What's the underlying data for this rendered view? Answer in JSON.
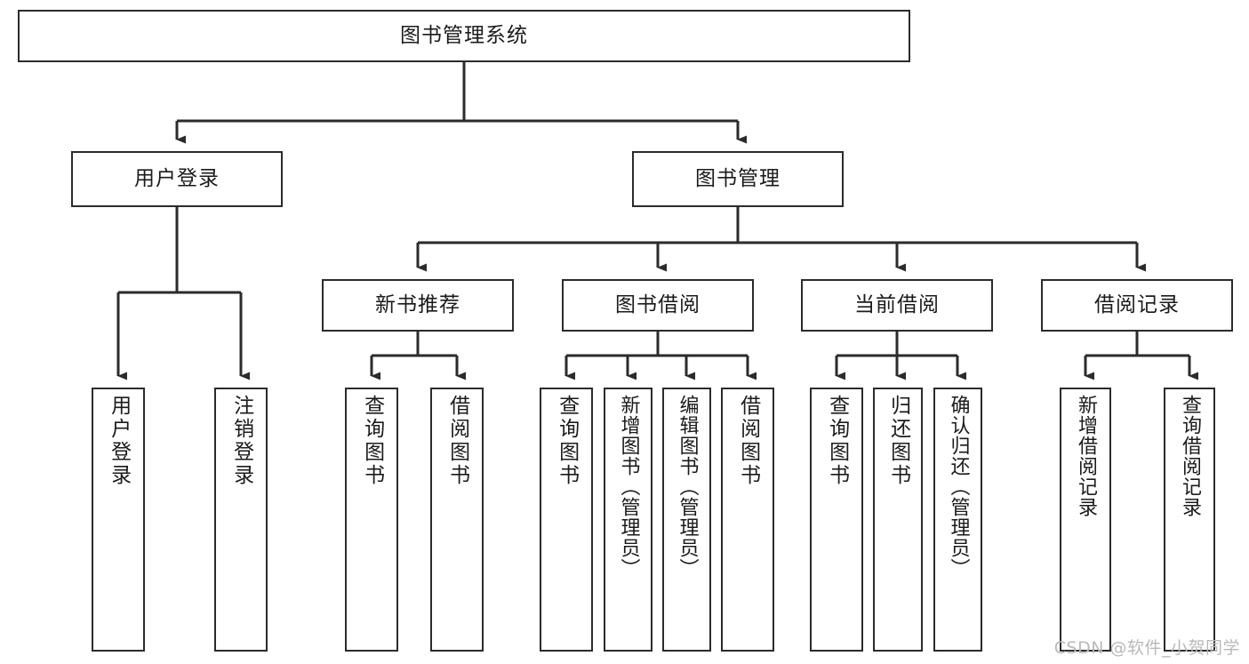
{
  "diagram": {
    "type": "hierarchy-tree",
    "title_node": "图书管理系统",
    "watermark": "CSDN @软件_小贺同学",
    "colors": {
      "border": "#2b2b2b",
      "background": "#ffffff",
      "text": "#1b1b1b",
      "connector": "#2b2b2b",
      "watermark": "#b9b9b9"
    },
    "levels": {
      "root": {
        "label": "图书管理系统"
      },
      "level2": [
        {
          "label": "用户登录"
        },
        {
          "label": "图书管理"
        }
      ],
      "level3": [
        {
          "label": "新书推荐"
        },
        {
          "label": "图书借阅"
        },
        {
          "label": "当前借阅"
        },
        {
          "label": "借阅记录"
        }
      ],
      "leaves": {
        "user_login": [
          {
            "label": "用户登录"
          },
          {
            "label": "注销登录"
          }
        ],
        "new_book_recommend": [
          {
            "label": "查询图书"
          },
          {
            "label": "借阅图书"
          }
        ],
        "book_borrow": [
          {
            "label": "查询图书"
          },
          {
            "label": "新增图书（管理员）"
          },
          {
            "label": "编辑图书（管理员）"
          },
          {
            "label": "借阅图书"
          }
        ],
        "current_borrow": [
          {
            "label": "查询图书"
          },
          {
            "label": "归还图书"
          },
          {
            "label": "确认归还（管理员）"
          }
        ],
        "borrow_record": [
          {
            "label": "新增借阅记录"
          },
          {
            "label": "查询借阅记录"
          }
        ]
      }
    }
  }
}
